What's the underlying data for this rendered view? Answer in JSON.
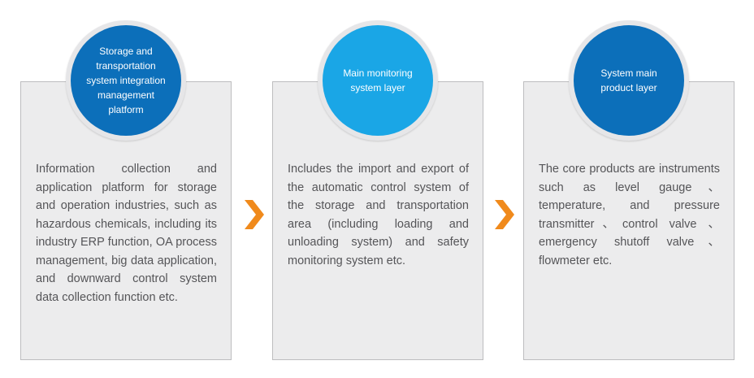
{
  "colors": {
    "stage_1": "#0c6fba",
    "stage_2": "#1aa6e6",
    "stage_3": "#0c6fba",
    "arrow": "#f08a1c"
  },
  "stages": [
    {
      "title": "Storage and transportation system integration management platform",
      "description": "Information collection and application platform for storage and operation industries, such as hazardous chemicals, including its industry ERP function, OA process management, big data application, and downward control system data collection function etc."
    },
    {
      "title": "Main monitoring system layer",
      "description": "Includes the import and export of the automatic control system of the storage and transportation area (including loading and unloading system) and safety monitoring system etc."
    },
    {
      "title": "System main product layer",
      "description": "The core products are instruments such as level gauge、temperature, and pressure transmitter、control valve 、emergency shutoff valve、flowmeter etc."
    }
  ],
  "connectors": [
    {
      "icon": "chevron-right-icon"
    },
    {
      "icon": "chevron-right-icon"
    }
  ]
}
